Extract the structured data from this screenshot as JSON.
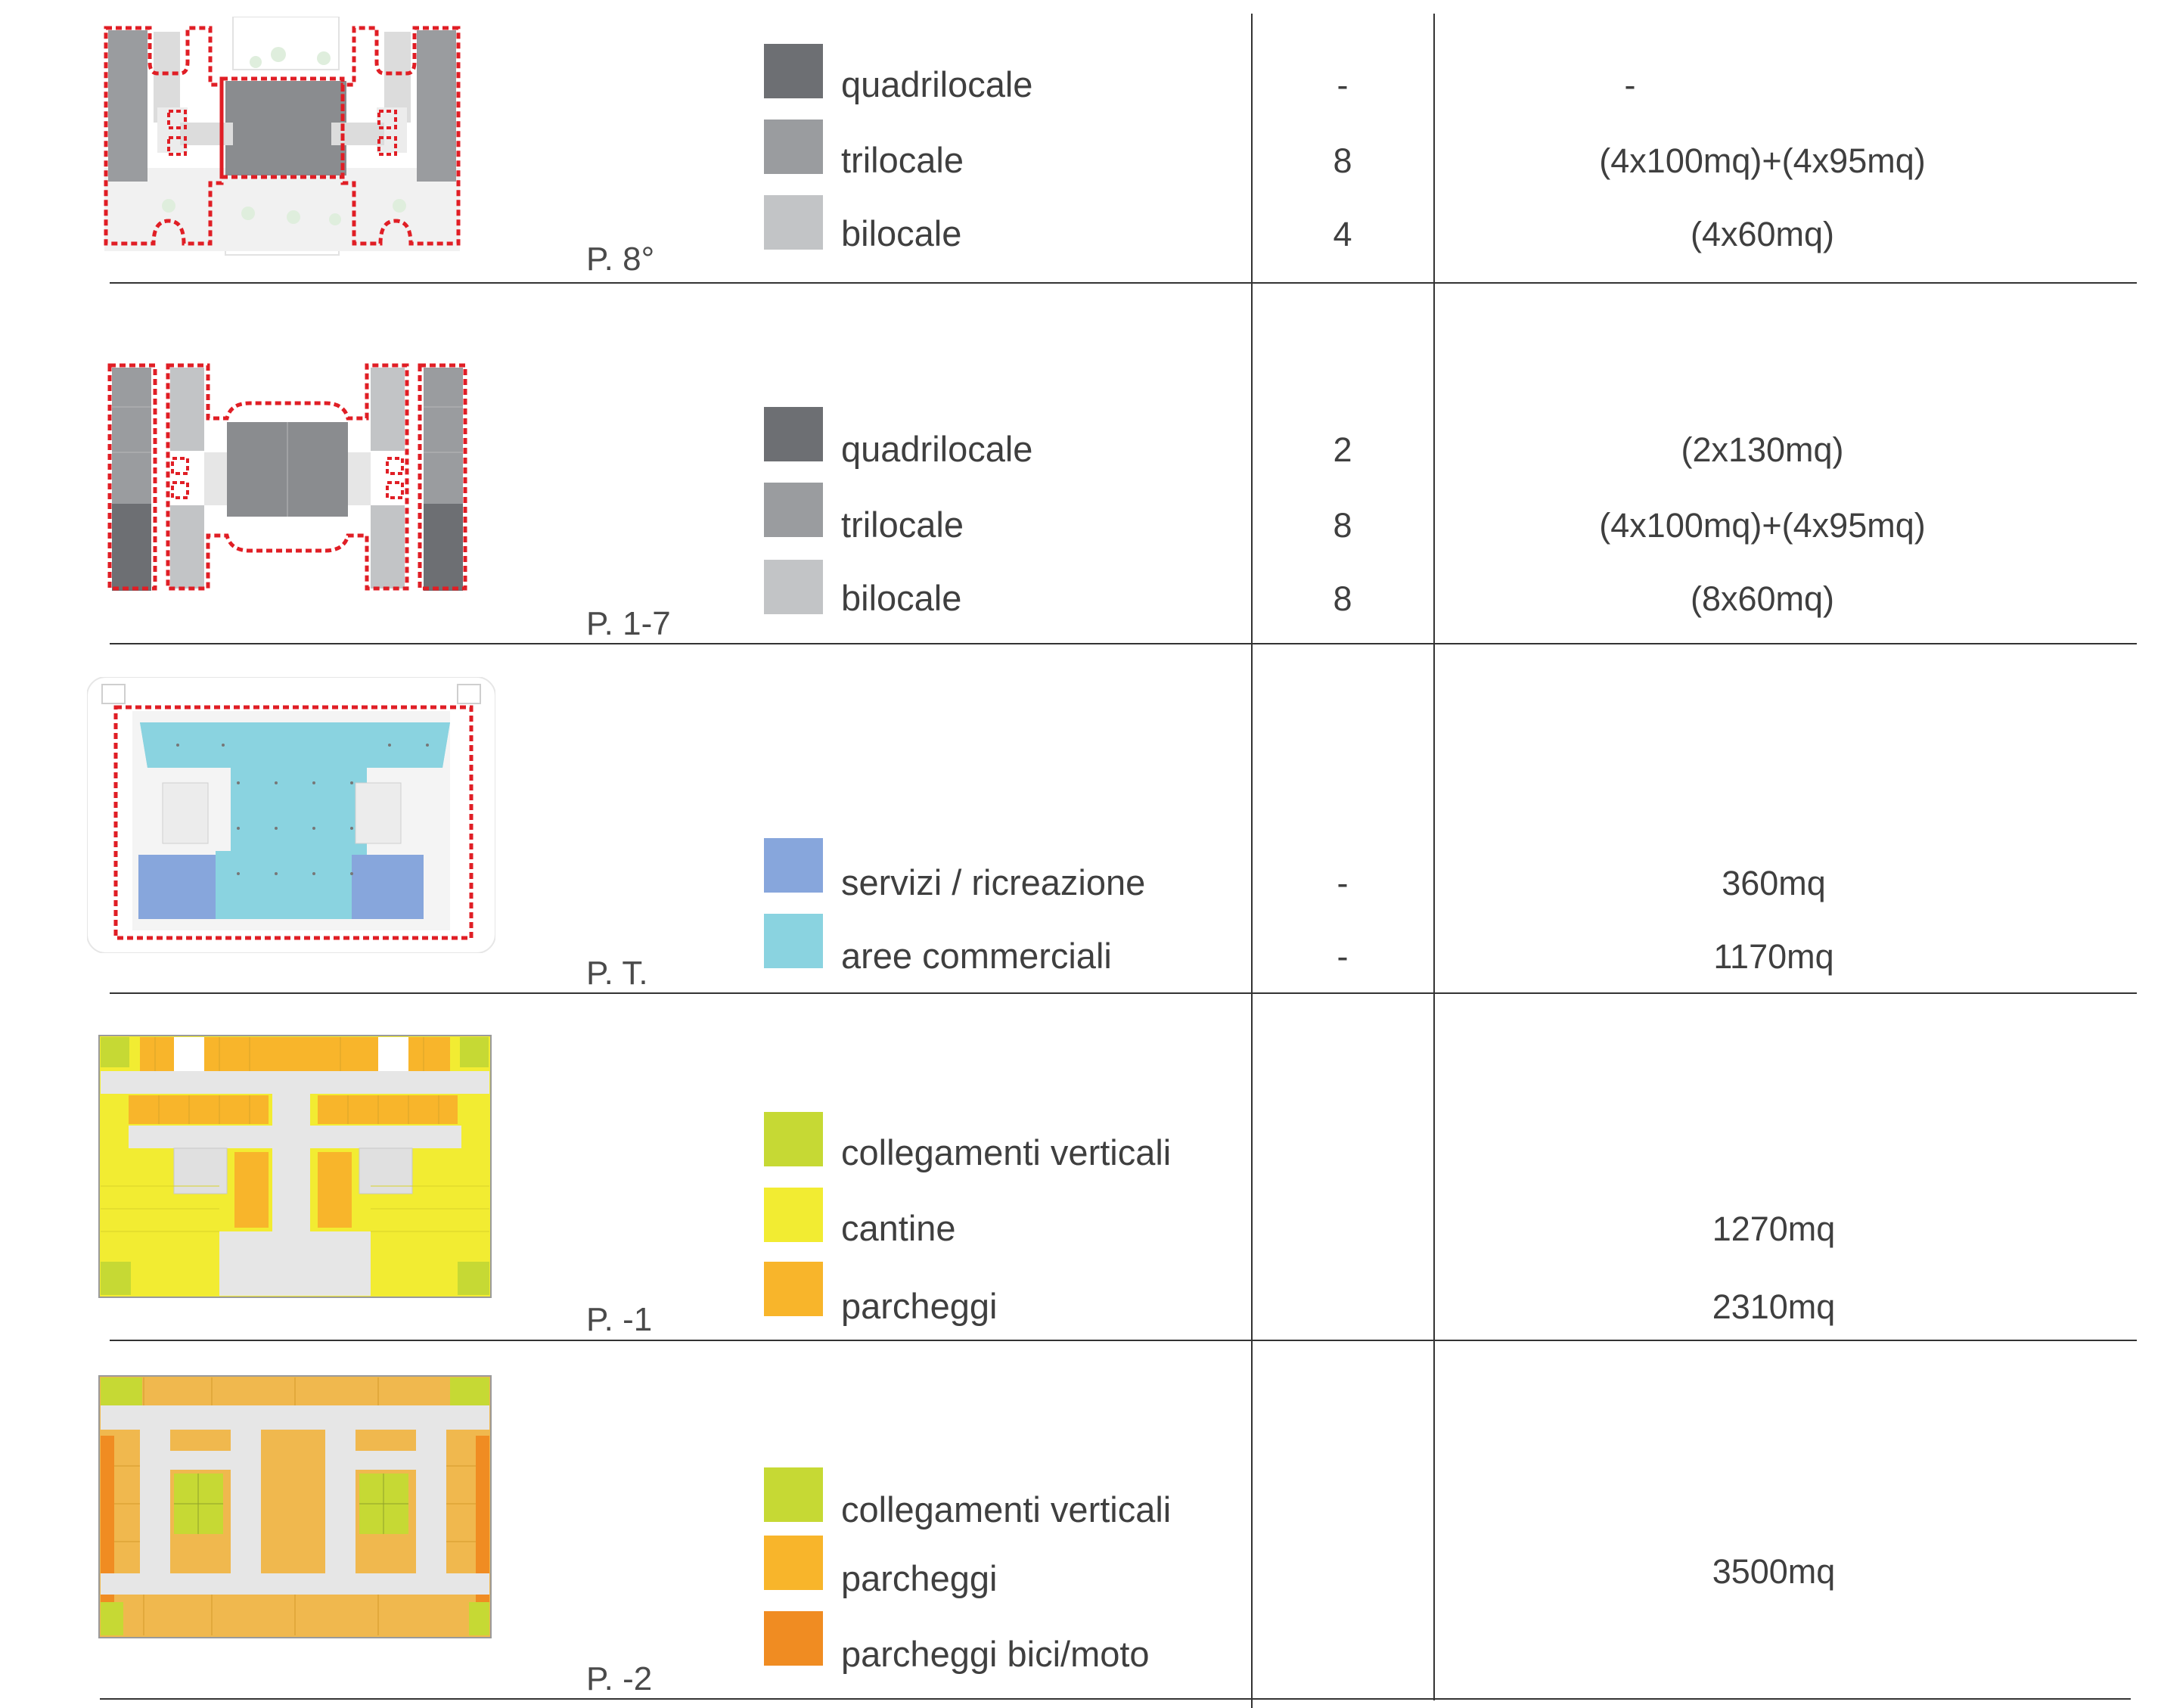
{
  "colors": {
    "quadrilocale": "#6d6f73",
    "trilocale": "#9a9c9f",
    "bilocale": "#c2c4c6",
    "servizi_ricreazione": "#87a6dc",
    "aree_commerciali": "#8ad3e0",
    "collegamenti_verticali": "#c6d934",
    "cantine": "#f2ec32",
    "parcheggi": "#f8b52b",
    "parcheggi_bici_moto": "#f08c22",
    "outline_red": "#e01e25",
    "rule": "#333333"
  },
  "rows": [
    {
      "floor": "P. 8°",
      "legend": [
        {
          "label": "quadrilocale",
          "color": "#6d6f73",
          "count": "-",
          "area": "-"
        },
        {
          "label": "trilocale",
          "color": "#9a9c9f",
          "count": "8",
          "area": "(4x100mq)+(4x95mq)"
        },
        {
          "label": "bilocale",
          "color": "#c2c4c6",
          "count": "4",
          "area": "(4x60mq)"
        }
      ]
    },
    {
      "floor": "P. 1-7",
      "legend": [
        {
          "label": "quadrilocale",
          "color": "#6d6f73",
          "count": "2",
          "area": "(2x130mq)"
        },
        {
          "label": "trilocale",
          "color": "#9a9c9f",
          "count": "8",
          "area": "(4x100mq)+(4x95mq)"
        },
        {
          "label": "bilocale",
          "color": "#c2c4c6",
          "count": "8",
          "area": "(8x60mq)"
        }
      ]
    },
    {
      "floor": "P. T.",
      "legend": [
        {
          "label": "servizi / ricreazione",
          "color": "#87a6dc",
          "count": "-",
          "area": "360mq"
        },
        {
          "label": "aree commerciali",
          "color": "#8ad3e0",
          "count": "-",
          "area": "1170mq"
        }
      ]
    },
    {
      "floor": "P. -1",
      "legend": [
        {
          "label": "collegamenti verticali",
          "color": "#c6d934",
          "count": "",
          "area": ""
        },
        {
          "label": "cantine",
          "color": "#f2ec32",
          "count": "",
          "area": "1270mq"
        },
        {
          "label": "parcheggi",
          "color": "#f8b52b",
          "count": "",
          "area": "2310mq"
        }
      ]
    },
    {
      "floor": "P. -2",
      "legend": [
        {
          "label": "collegamenti verticali",
          "color": "#c6d934",
          "count": "",
          "area": ""
        },
        {
          "label": "parcheggi",
          "color": "#f8b52b",
          "count": "",
          "area": "3500mq"
        },
        {
          "label": "parcheggi bici/moto",
          "color": "#f08c22",
          "count": "",
          "area": ""
        }
      ]
    }
  ]
}
